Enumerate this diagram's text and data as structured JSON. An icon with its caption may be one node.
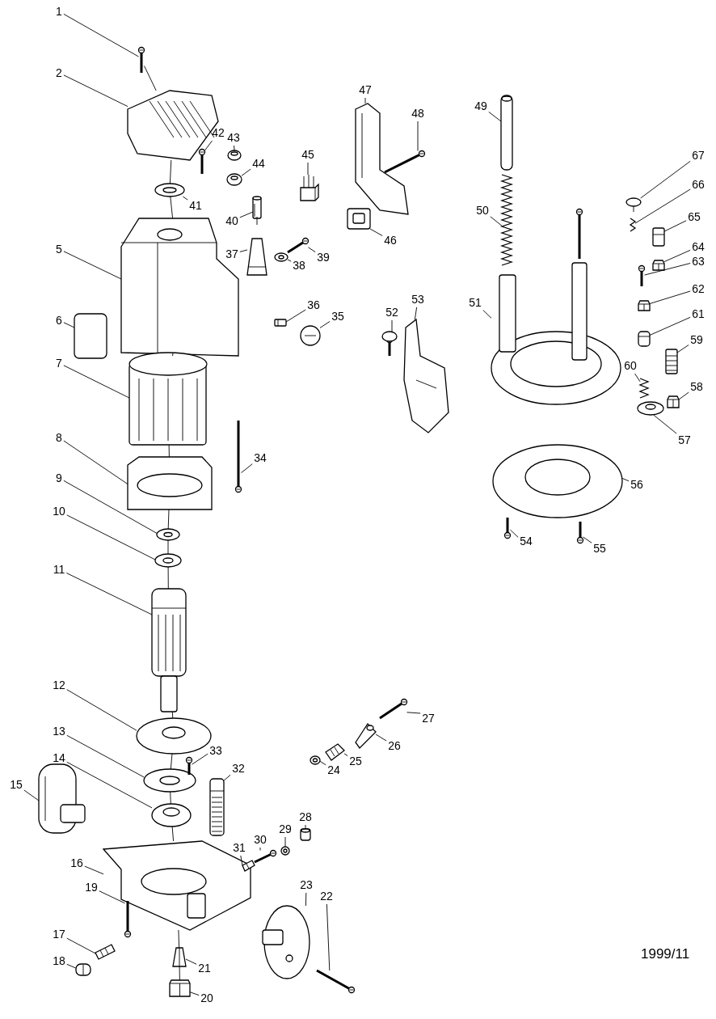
{
  "diagram": {
    "nodes": [
      {
        "text": [
          "1"
        ]
      },
      {
        "text": [
          "2"
        ]
      },
      {
        "text": [
          "5"
        ]
      },
      {
        "text": [
          "6"
        ]
      },
      {
        "text": [
          "7"
        ]
      },
      {
        "text": [
          "8"
        ]
      },
      {
        "text": [
          "9"
        ]
      },
      {
        "text": [
          "10"
        ]
      },
      {
        "text": [
          "11"
        ]
      },
      {
        "text": [
          "12"
        ]
      },
      {
        "text": [
          "13"
        ]
      },
      {
        "text": [
          "14"
        ]
      },
      {
        "text": [
          "15"
        ]
      },
      {
        "text": [
          "16"
        ]
      },
      {
        "text": [
          "17"
        ]
      },
      {
        "text": [
          "18"
        ]
      },
      {
        "text": [
          "19"
        ]
      },
      {
        "text": [
          "20"
        ]
      },
      {
        "text": [
          "21"
        ]
      },
      {
        "text": [
          "22"
        ]
      },
      {
        "text": [
          "23"
        ]
      },
      {
        "text": [
          "24"
        ]
      },
      {
        "text": [
          "25"
        ]
      },
      {
        "text": [
          "26"
        ]
      },
      {
        "text": [
          "27"
        ]
      },
      {
        "text": [
          "28"
        ]
      },
      {
        "text": [
          "29"
        ]
      },
      {
        "text": [
          "30"
        ]
      },
      {
        "text": [
          "31"
        ]
      },
      {
        "text": [
          "32"
        ]
      },
      {
        "text": [
          "33"
        ]
      },
      {
        "text": [
          "34"
        ]
      },
      {
        "text": [
          "35"
        ]
      },
      {
        "text": [
          "36"
        ]
      },
      {
        "text": [
          "37"
        ]
      },
      {
        "text": [
          "38"
        ]
      },
      {
        "text": [
          "39"
        ]
      },
      {
        "text": [
          "40"
        ]
      },
      {
        "text": [
          "41"
        ]
      },
      {
        "text": [
          "42"
        ]
      },
      {
        "text": [
          "43"
        ]
      },
      {
        "text": [
          "44"
        ]
      },
      {
        "text": [
          "45"
        ]
      },
      {
        "text": [
          "46"
        ]
      },
      {
        "text": [
          "47"
        ]
      },
      {
        "text": [
          "48"
        ]
      },
      {
        "text": [
          "49"
        ]
      },
      {
        "text": [
          "50"
        ]
      },
      {
        "text": [
          "51"
        ]
      },
      {
        "text": [
          "52"
        ]
      },
      {
        "text": [
          "53"
        ]
      },
      {
        "text": [
          "54"
        ]
      },
      {
        "text": [
          "55"
        ]
      },
      {
        "text": [
          "56"
        ]
      },
      {
        "text": [
          "57"
        ]
      },
      {
        "text": [
          "58"
        ]
      },
      {
        "text": [
          "59"
        ]
      },
      {
        "text": [
          "60"
        ]
      },
      {
        "text": [
          "61"
        ]
      },
      {
        "text": [
          "62"
        ]
      },
      {
        "text": [
          "63"
        ]
      },
      {
        "text": [
          "64"
        ]
      },
      {
        "text": [
          "65"
        ]
      },
      {
        "text": [
          "66"
        ]
      },
      {
        "text": [
          "67"
        ]
      },
      {
        "text": [],
        "shape": "picture"
      },
      {
        "text": [],
        "shape": "picture"
      },
      {
        "text": [],
        "shape": "picture"
      },
      {
        "text": [],
        "shape": "box"
      },
      {
        "text": [],
        "shape": "picture"
      },
      {
        "text": [],
        "shape": "picture"
      },
      {
        "text": [],
        "shape": "picture"
      },
      {
        "text": [],
        "shape": "picture"
      },
      {
        "text": [],
        "shape": "picture"
      },
      {
        "text": [],
        "shape": "picture"
      },
      {
        "text": [],
        "shape": "picture"
      },
      {
        "text": [],
        "shape": "picture"
      },
      {
        "text": [],
        "shape": "picture"
      },
      {
        "text": [],
        "shape": "picture"
      },
      {
        "text": [],
        "shape": "picture"
      },
      {
        "text": [],
        "shape": "picture"
      },
      {
        "text": [],
        "shape": "picture"
      },
      {
        "text": [],
        "shape": "picture"
      },
      {
        "text": [],
        "shape": "picture"
      },
      {
        "text": [],
        "shape": "picture"
      },
      {
        "text": [],
        "shape": "picture"
      },
      {
        "text": [],
        "shape": "picture"
      },
      {
        "text": [],
        "shape": "picture"
      },
      {
        "text": [],
        "shape": "picture"
      },
      {
        "text": [],
        "shape": "picture"
      },
      {
        "text": [],
        "shape": "picture"
      },
      {
        "text": [],
        "shape": "picture"
      },
      {
        "text": [],
        "shape": "picture"
      },
      {
        "text": [],
        "shape": "picture"
      },
      {
        "text": [],
        "shape": "picture"
      },
      {
        "text": [],
        "shape": "picture"
      },
      {
        "text": [],
        "shape": "picture"
      },
      {
        "text": [],
        "shape": "picture"
      },
      {
        "text": [],
        "shape": "picture"
      },
      {
        "text": [],
        "shape": "picture"
      },
      {
        "text": [],
        "shape": "picture"
      },
      {
        "text": [],
        "shape": "picture"
      },
      {
        "text": [],
        "shape": "picture"
      },
      {
        "text": [],
        "shape": "picture"
      },
      {
        "text": [],
        "shape": "picture"
      },
      {
        "text": [],
        "shape": "picture"
      },
      {
        "text": [],
        "shape": "picture"
      },
      {
        "text": [],
        "shape": "picture"
      },
      {
        "text": [],
        "shape": "picture"
      },
      {
        "text": [],
        "shape": "picture"
      },
      {
        "text": [],
        "shape": "picture"
      },
      {
        "text": [],
        "shape": "picture"
      },
      {
        "text": [],
        "shape": "picture"
      },
      {
        "text": [],
        "shape": "picture"
      },
      {
        "text": [],
        "shape": "picture"
      },
      {
        "text": [],
        "shape": "picture"
      },
      {
        "text": [],
        "shape": "picture"
      },
      {
        "text": [],
        "shape": "picture"
      },
      {
        "text": [],
        "shape": "picture"
      },
      {
        "text": [],
        "shape": "picture"
      },
      {
        "text": [],
        "shape": "picture"
      },
      {
        "text": [],
        "shape": "picture"
      },
      {
        "text": [],
        "shape": "picture"
      },
      {
        "text": [],
        "shape": "picture"
      },
      {
        "text": [],
        "shape": "picture"
      },
      {
        "text": [],
        "shape": "picture"
      },
      {
        "text": [],
        "shape": "picture"
      },
      {
        "text": [],
        "shape": "picture"
      },
      {
        "text": [],
        "shape": "picture"
      },
      {
        "text": [],
        "shape": "picture"
      }
    ],
    "edges": [
      {
        "from": 0,
        "to": 65,
        "arrow": "none"
      },
      {
        "from": 1,
        "to": 66,
        "arrow": "none"
      },
      {
        "from": 2,
        "to": 67,
        "arrow": "none"
      },
      {
        "from": 3,
        "to": 68,
        "arrow": "none"
      },
      {
        "from": 4,
        "to": 69,
        "arrow": "none"
      },
      {
        "from": 5,
        "to": 70,
        "arrow": "none"
      },
      {
        "from": 6,
        "to": 71,
        "arrow": "none"
      },
      {
        "from": 7,
        "to": 72,
        "arrow": "none"
      },
      {
        "from": 8,
        "to": 73,
        "arrow": "none"
      },
      {
        "from": 9,
        "to": 74,
        "arrow": "none"
      },
      {
        "from": 10,
        "to": 75,
        "arrow": "none"
      },
      {
        "from": 11,
        "to": 76,
        "arrow": "none"
      },
      {
        "from": 12,
        "to": 77,
        "arrow": "none"
      },
      {
        "from": 13,
        "to": 78,
        "arrow": "none"
      },
      {
        "from": 14,
        "to": 79,
        "arrow": "none"
      },
      {
        "from": 15,
        "to": 80,
        "arrow": "none"
      },
      {
        "from": 16,
        "to": 81,
        "arrow": "none"
      },
      {
        "from": 17,
        "to": 82,
        "arrow": "none"
      },
      {
        "from": 18,
        "to": 83,
        "arrow": "none"
      },
      {
        "from": 19,
        "to": 84,
        "arrow": "none"
      },
      {
        "from": 20,
        "to": 85,
        "arrow": "none"
      },
      {
        "from": 21,
        "to": 86,
        "arrow": "none"
      },
      {
        "from": 22,
        "to": 87,
        "arrow": "none"
      },
      {
        "from": 23,
        "to": 88,
        "arrow": "none"
      },
      {
        "from": 24,
        "to": 89,
        "arrow": "none"
      },
      {
        "from": 25,
        "to": 90,
        "arrow": "none"
      },
      {
        "from": 26,
        "to": 91,
        "arrow": "none"
      },
      {
        "from": 27,
        "to": 92,
        "arrow": "none"
      },
      {
        "from": 28,
        "to": 93,
        "arrow": "none"
      },
      {
        "from": 29,
        "to": 94,
        "arrow": "none"
      },
      {
        "from": 30,
        "to": 95,
        "arrow": "none"
      },
      {
        "from": 31,
        "to": 96,
        "arrow": "none"
      },
      {
        "from": 32,
        "to": 97,
        "arrow": "none"
      },
      {
        "from": 33,
        "to": 98,
        "arrow": "none"
      },
      {
        "from": 34,
        "to": 99,
        "arrow": "none"
      },
      {
        "from": 35,
        "to": 100,
        "arrow": "none"
      },
      {
        "from": 36,
        "to": 101,
        "arrow": "none"
      },
      {
        "from": 37,
        "to": 102,
        "arrow": "none"
      },
      {
        "from": 38,
        "to": 103,
        "arrow": "none"
      },
      {
        "from": 39,
        "to": 104,
        "arrow": "none"
      },
      {
        "from": 40,
        "to": 105,
        "arrow": "none"
      },
      {
        "from": 41,
        "to": 106,
        "arrow": "none"
      },
      {
        "from": 42,
        "to": 107,
        "arrow": "none"
      },
      {
        "from": 43,
        "to": 108,
        "arrow": "none"
      },
      {
        "from": 44,
        "to": 109,
        "arrow": "none"
      },
      {
        "from": 45,
        "to": 110,
        "arrow": "none"
      },
      {
        "from": 46,
        "to": 111,
        "arrow": "none"
      },
      {
        "from": 47,
        "to": 112,
        "arrow": "none"
      },
      {
        "from": 48,
        "to": 113,
        "arrow": "none"
      },
      {
        "from": 49,
        "to": 114,
        "arrow": "none"
      },
      {
        "from": 50,
        "to": 115,
        "arrow": "none"
      },
      {
        "from": 51,
        "to": 116,
        "arrow": "none"
      },
      {
        "from": 52,
        "to": 117,
        "arrow": "none"
      },
      {
        "from": 53,
        "to": 118,
        "arrow": "none"
      },
      {
        "from": 54,
        "to": 119,
        "arrow": "none"
      },
      {
        "from": 55,
        "to": 120,
        "arrow": "none"
      },
      {
        "from": 56,
        "to": 121,
        "arrow": "none"
      },
      {
        "from": 57,
        "to": 122,
        "arrow": "none"
      },
      {
        "from": 58,
        "to": 123,
        "arrow": "none"
      },
      {
        "from": 59,
        "to": 124,
        "arrow": "none"
      },
      {
        "from": 60,
        "to": 125,
        "arrow": "none"
      },
      {
        "from": 61,
        "to": 126,
        "arrow": "none"
      },
      {
        "from": 62,
        "to": 127,
        "arrow": "none"
      },
      {
        "from": 63,
        "to": 128,
        "arrow": "none"
      },
      {
        "from": 64,
        "to": 129,
        "arrow": "none"
      },
      {
        "from": 65,
        "to": 66,
        "arrow": "none"
      },
      {
        "from": 66,
        "to": 103,
        "arrow": "none"
      },
      {
        "from": 103,
        "to": 67,
        "arrow": "none"
      },
      {
        "from": 67,
        "to": 69,
        "arrow": "none"
      },
      {
        "from": 69,
        "to": 70,
        "arrow": "none"
      },
      {
        "from": 70,
        "to": 71,
        "arrow": "none"
      },
      {
        "from": 71,
        "to": 72,
        "arrow": "none"
      },
      {
        "from": 72,
        "to": 73,
        "arrow": "none"
      },
      {
        "from": 73,
        "to": 74,
        "arrow": "none"
      },
      {
        "from": 74,
        "to": 75,
        "arrow": "none"
      },
      {
        "from": 75,
        "to": 76,
        "arrow": "none"
      },
      {
        "from": 76,
        "to": 78,
        "arrow": "none"
      },
      {
        "from": 78,
        "to": 83,
        "arrow": "none"
      },
      {
        "from": 83,
        "to": 82,
        "arrow": "none"
      }
    ],
    "labels": [
      "1999/11"
    ]
  }
}
